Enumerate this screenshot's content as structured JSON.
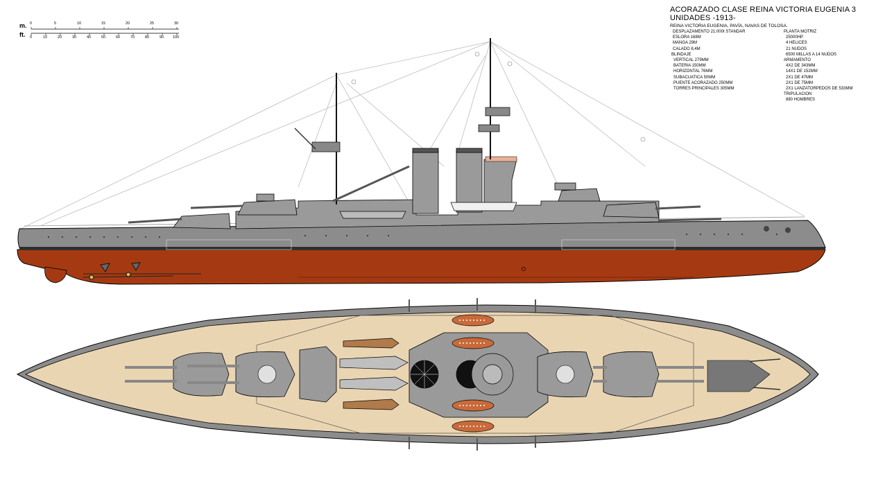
{
  "title": {
    "line1": "ACORAZADO CLASE REINA VICTORIA EUGENIA 3",
    "line2": "UNIDADES  -1913-",
    "ships": "REINA VICTORIA EUGENIA, PAVÍA, NAVAS DE TOLOSA."
  },
  "specs_left": [
    "DESPLAZAMENTO 21.000t STANDAR",
    "ESLORA 168M",
    "MANGA 29M",
    "CALADO 8,4M",
    "BLINDAJE",
    "VERTICAL 279MM",
    "BATERIA 150MM",
    "HORIZONTAL 76MM",
    "SUBACUATICA 50MM",
    "PUENTE ACORAZADO 250MM",
    "TORRES PRINCIPALES 305MM"
  ],
  "specs_right": [
    "PLANTA MOTRIZ",
    "25000HP",
    "4 HELICES",
    "21 NUDOS",
    "6500 MILLAS A 14 NUDOS",
    "ARMAMENTO",
    "4X2 DE 343MM",
    "14X1 DE 152MM",
    "2X1 DE 47MM",
    "2X1 DE 75MM",
    "2X1 LANZATORPEDOS DE 533MM",
    "TRIPULACION",
    "880 HOMBRES"
  ],
  "scale": {
    "unit_m": "m.",
    "unit_ft": "ft.",
    "m_ticks": [
      "0",
      "5",
      "10",
      "15",
      "20",
      "25",
      "30"
    ],
    "ft_ticks": [
      "0",
      "10",
      "20",
      "30",
      "40",
      "50",
      "60",
      "70",
      "80",
      "90",
      "100"
    ]
  },
  "colors": {
    "hull_gray": "#8c8c8c",
    "superstructure_gray": "#9a9a9a",
    "antifouling_red": "#a53a12",
    "deck_tan": "#ead5b3",
    "outline": "#000000"
  }
}
